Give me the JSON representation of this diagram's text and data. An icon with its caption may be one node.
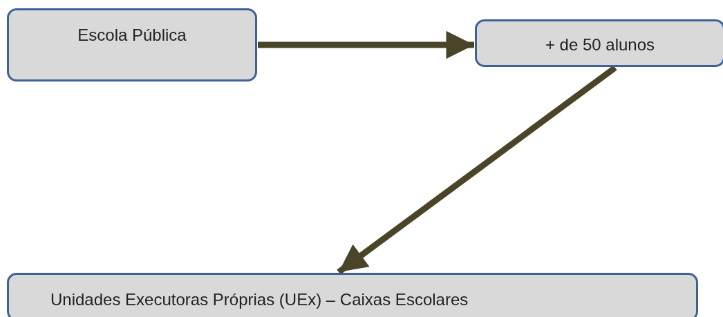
{
  "diagram": {
    "nodes": [
      {
        "text": [
          "Escola Pública"
        ]
      },
      {
        "text": [
          "+ de 50 alunos"
        ]
      },
      {
        "text": [
          "Unidades Executoras Próprias (UEx) – Caixas Escolares"
        ]
      }
    ],
    "edges": [
      {
        "from": 0,
        "to": 1,
        "arrow": "to"
      },
      {
        "from": 1,
        "to": 2,
        "arrow": "to"
      }
    ]
  }
}
